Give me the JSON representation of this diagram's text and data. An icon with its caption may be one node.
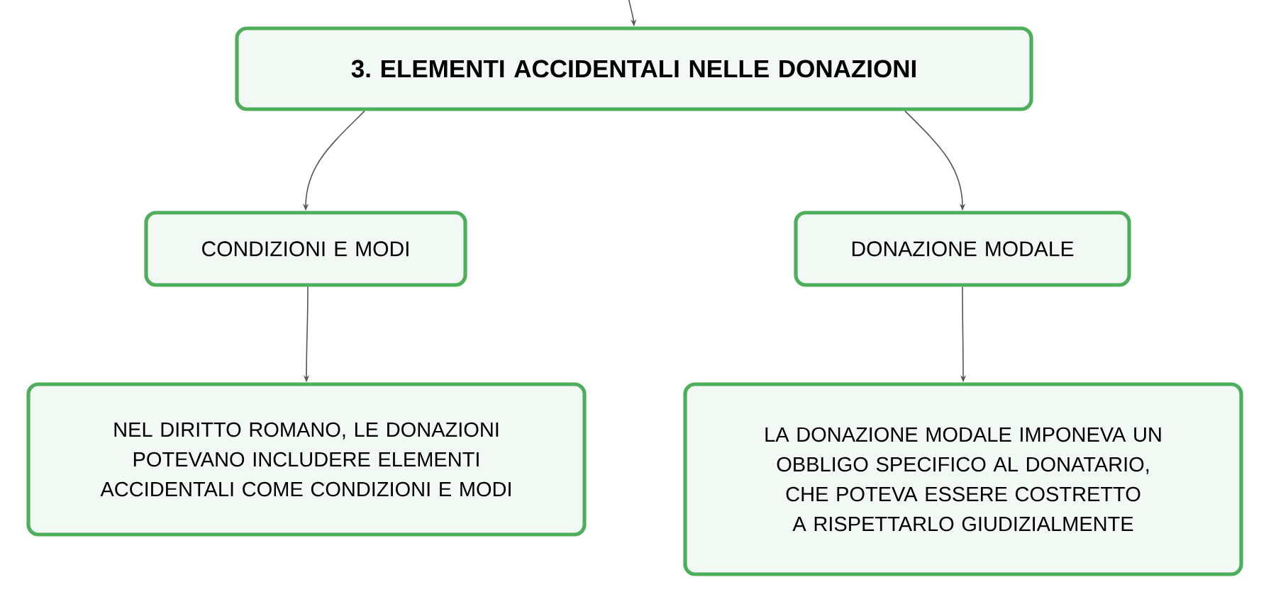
{
  "diagram": {
    "nodes": [
      {
        "text": [
          "3. ELEMENTI ACCIDENTALI NELLE DONAZIONI"
        ]
      },
      {
        "text": [
          "CONDIZIONI E MODI"
        ]
      },
      {
        "text": [
          "DONAZIONE MODALE"
        ]
      },
      {
        "text": [
          "NEL DIRITTO ROMANO, LE DONAZIONI POTEVANO INCLUDERE ELEMENTI ACCIDENTALI COME CONDIZIONI E MODI"
        ]
      },
      {
        "text": [
          "LA DONAZIONE MODALE IMPONEVA UN OBBLIGO SPECIFICO AL DONATARIO, CHE POTEVA ESSERE COSTRETTO A RISPETTARLO GIUDIZIALMENTE"
        ]
      }
    ],
    "edges": [
      {
        "from": null,
        "to": 0,
        "arrow": "to"
      },
      {
        "from": 0,
        "to": 1,
        "arrow": "to"
      },
      {
        "from": 0,
        "to": 2,
        "arrow": "to"
      },
      {
        "from": 1,
        "to": 3,
        "arrow": "to"
      },
      {
        "from": 2,
        "to": 4,
        "arrow": "to"
      }
    ]
  }
}
